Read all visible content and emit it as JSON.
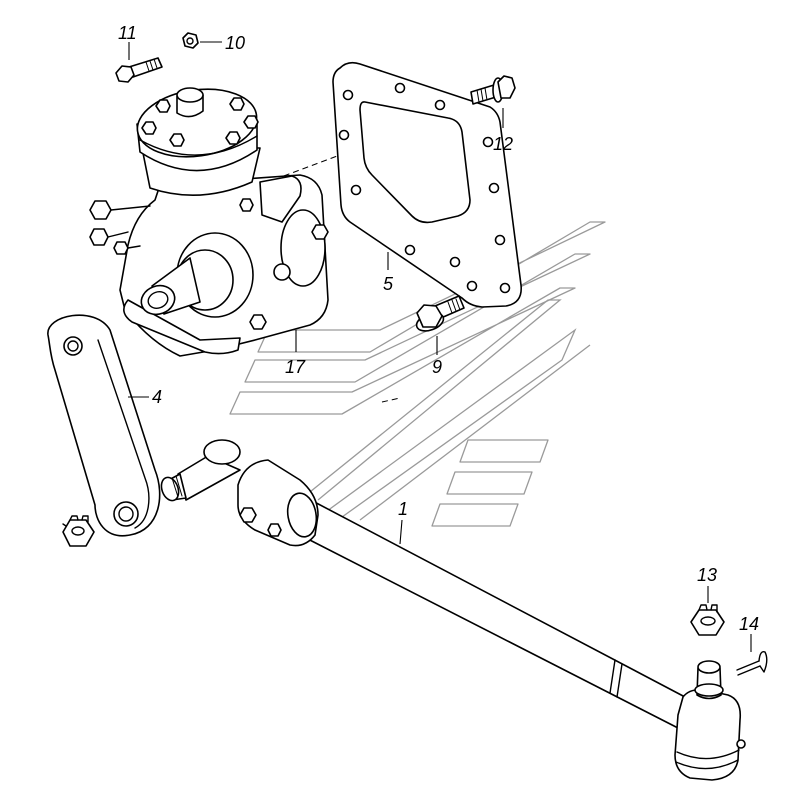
{
  "callouts": [
    "11",
    "10",
    "12",
    "5",
    "9",
    "17",
    "4",
    "1",
    "13",
    "14"
  ],
  "colors": {
    "line": "#000000",
    "watermark": "#9a9a9a",
    "background": "#ffffff"
  }
}
